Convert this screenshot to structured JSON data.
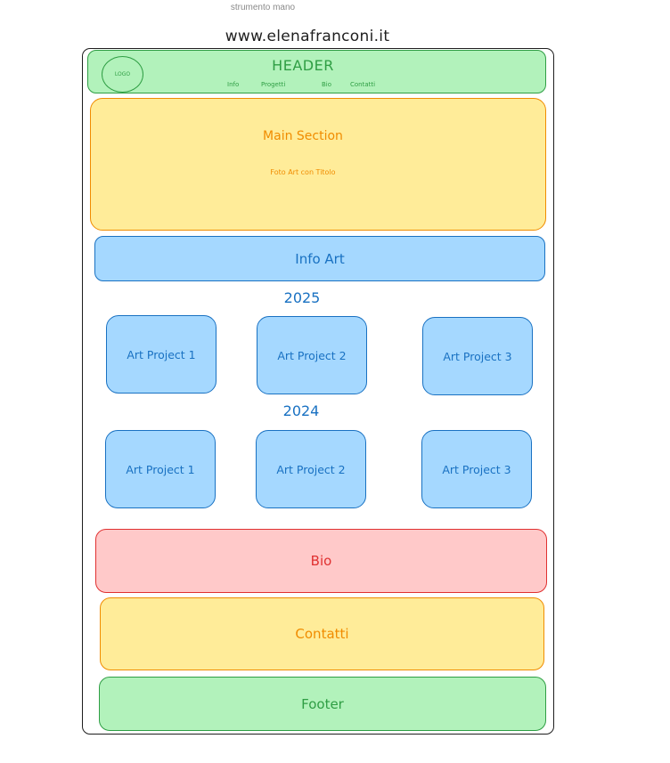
{
  "caption": "strumento mano",
  "site_url": "www.elenafranconi.it",
  "header": {
    "title": "HEADER",
    "logo": "LOGO",
    "nav": [
      "Info",
      "Progetti",
      "Bio",
      "Contatti"
    ]
  },
  "main_section": {
    "title": "Main Section",
    "subtitle": "Foto Art con Titolo"
  },
  "info_art": "Info Art",
  "years": [
    {
      "year": "2025",
      "projects": [
        "Art Project 1",
        "Art Project 2",
        "Art Project 3"
      ]
    },
    {
      "year": "2024",
      "projects": [
        "Art Project 1",
        "Art Project 2",
        "Art Project 3"
      ]
    }
  ],
  "bio": "Bio",
  "contatti": "Contatti",
  "footer": "Footer",
  "colors": {
    "green_fill": "#b2f2bb",
    "green_stroke": "#2f9e44",
    "yellow_fill": "#ffec99",
    "yellow_stroke": "#f08c00",
    "blue_fill": "#a5d8ff",
    "blue_stroke": "#1971c2",
    "red_fill": "#ffc9c9",
    "red_stroke": "#e03131"
  }
}
